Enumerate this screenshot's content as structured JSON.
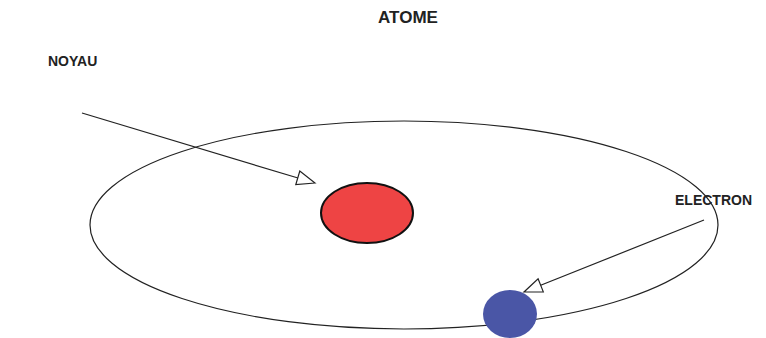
{
  "diagram": {
    "title": "ATOME",
    "labels": [
      "NOYAU",
      "ELECTRON"
    ]
  }
}
